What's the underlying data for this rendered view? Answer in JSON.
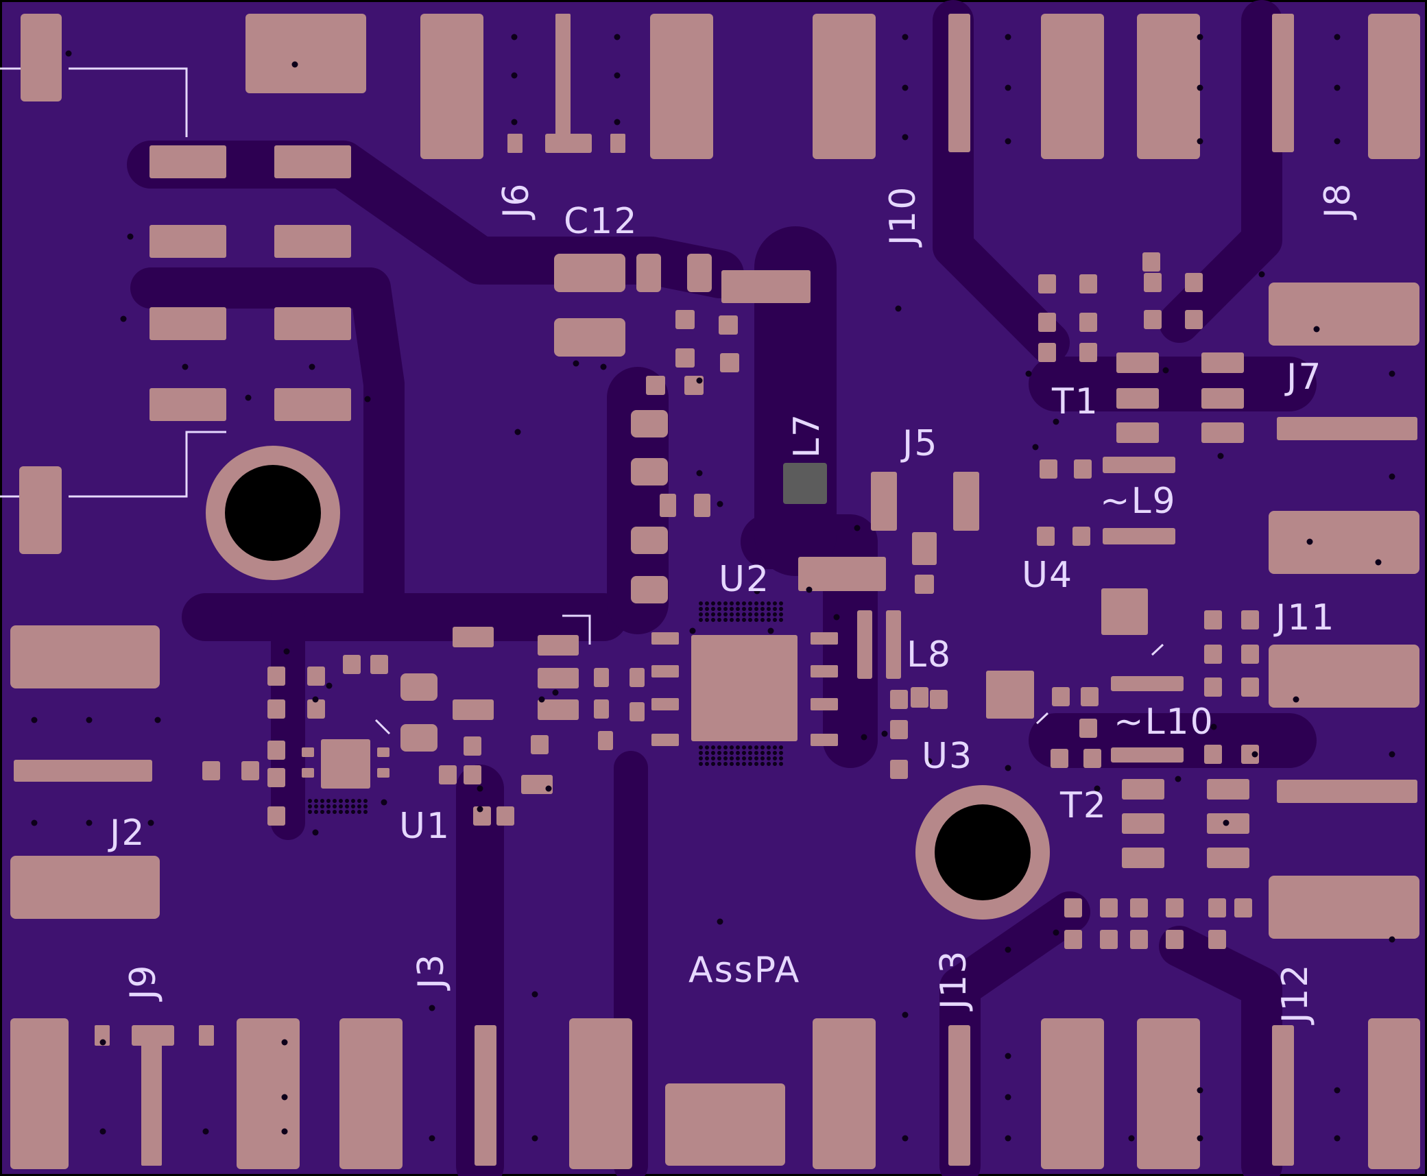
{
  "board": {
    "name": "AssPA",
    "colors": {
      "outline": "#000000",
      "substrate": "#2d0052",
      "copper": "#3f1270",
      "copper_keepout": "#4a2080",
      "pad": "#b6888a",
      "pad_dark": "#5c5c5c",
      "silkscreen": "#e6d8ff",
      "hole": "#000000",
      "via": "#0d001a"
    }
  },
  "designators": {
    "j6": "J6",
    "c12": "C12",
    "j10": "J10",
    "j8": "J8",
    "j7": "J7",
    "t1": "T1",
    "l7": "L7",
    "j5": "J5",
    "l9": "~L9",
    "u4": "U4",
    "u2": "U2",
    "j11": "J11",
    "l8": "L8",
    "l10": "~L10",
    "u3": "U3",
    "t2": "T2",
    "u1": "U1",
    "j2": "J2",
    "j3": "J3",
    "j9": "J9",
    "j13": "J13",
    "j12": "J12"
  }
}
